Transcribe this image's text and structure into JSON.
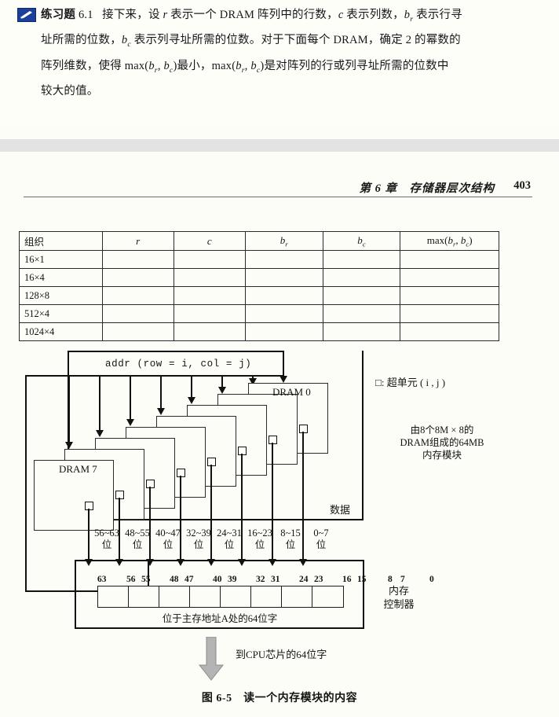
{
  "exercise": {
    "icon": "pencil-icon",
    "label": "练习题",
    "number": "6.1",
    "lines": [
      "接下来，设 r 表示一个 DRAM 阵列中的行数，c 表示列数，b_r 表示行寻",
      "址所需的位数，b_c 表示列寻址所需的位数。对于下面每个 DRAM，确定 2 的幂数的",
      "阵列维数，使得 max(b_r , b_c)最小，max(b_r , b_c)是对阵列的行或列寻址所需的位数中",
      "较大的值。"
    ]
  },
  "runninghead": {
    "chapter": "第 6 章　存储器层次结构",
    "page": "403"
  },
  "table": {
    "headers": [
      "组织",
      "r",
      "c",
      "b_r",
      "b_c",
      "max(b_r, b_c)"
    ],
    "rows": [
      [
        "16×1",
        "",
        "",
        "",
        "",
        ""
      ],
      [
        "16×4",
        "",
        "",
        "",
        "",
        ""
      ],
      [
        "128×8",
        "",
        "",
        "",
        "",
        ""
      ],
      [
        "512×4",
        "",
        "",
        "",
        "",
        ""
      ],
      [
        "1024×4",
        "",
        "",
        "",
        "",
        ""
      ]
    ]
  },
  "figure": {
    "addr_label": "addr (row = i, col = j)",
    "dram_first": "DRAM 0",
    "dram_last": "DRAM 7",
    "data_label": "数据",
    "legend_supercell": "□:  超单元 ( i , j )",
    "module_note": [
      "由8个8M × 8的",
      "DRAM组成的64MB",
      "内存模块"
    ],
    "bit_ranges": [
      "56~63",
      "48~55",
      "40~47",
      "32~39",
      "24~31",
      "16~23",
      "8~15",
      "0~7"
    ],
    "bit_unit": "位",
    "word_bits": [
      "63",
      "56",
      "55",
      "48",
      "47",
      "40",
      "39",
      "32",
      "31",
      "24",
      "23",
      "16",
      "15",
      "8",
      "7",
      "0"
    ],
    "word_label": "位于主存地址A处的64位字",
    "controller_label": [
      "内存",
      "控制器"
    ],
    "to_cpu_label": "到CPU芯片的64位字",
    "caption": "图 6-5　读一个内存模块的内容"
  }
}
